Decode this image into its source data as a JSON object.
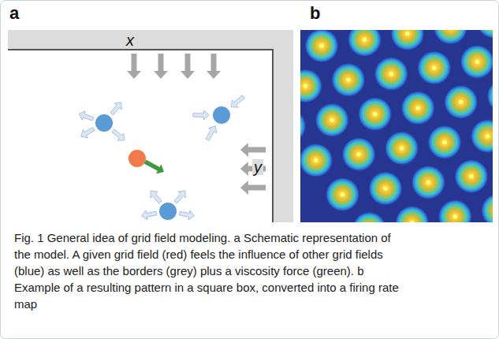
{
  "diagram": {
    "caption": "Fig. 1 General idea of grid field modeling. a Schematic representation of the model. A given grid field (red) feels the influence of other grid fields (blue) as well as the borders (grey) plus a viscosity force (green). b Example of a resulting pattern in a square box, converted into a firing rate map",
    "labels": [
      "a",
      "b",
      "x",
      "y"
    ]
  }
}
